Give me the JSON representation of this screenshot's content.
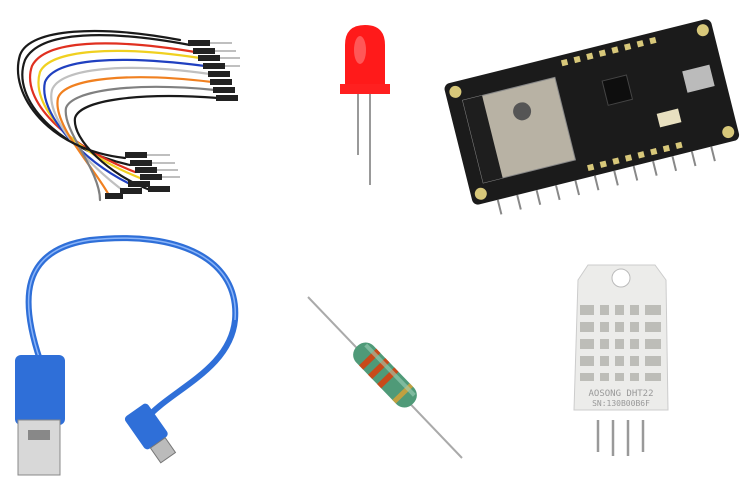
{
  "components": [
    {
      "id": "jumper-wires",
      "colors": [
        "#1a1a1a",
        "#e03020",
        "#f0d020",
        "#2040c0",
        "#ffffff",
        "#f08020",
        "#808080"
      ]
    },
    {
      "id": "red-led",
      "color": "#ff1a1a"
    },
    {
      "id": "esp32-board",
      "board_color": "#1b1b1b",
      "module_color": "#b8b2a4"
    },
    {
      "id": "usb-cable",
      "color": "#2f6fd8"
    },
    {
      "id": "resistor",
      "body_color": "#4f9a78",
      "band_colors": [
        "#c84a1a",
        "#c84a1a",
        "#c84a1a",
        "#c0a040"
      ]
    },
    {
      "id": "dht22-sensor",
      "body_color": "#ececea",
      "label_line1": "AOSONG DHT22",
      "label_line2": "SN:130B00B6F"
    }
  ]
}
